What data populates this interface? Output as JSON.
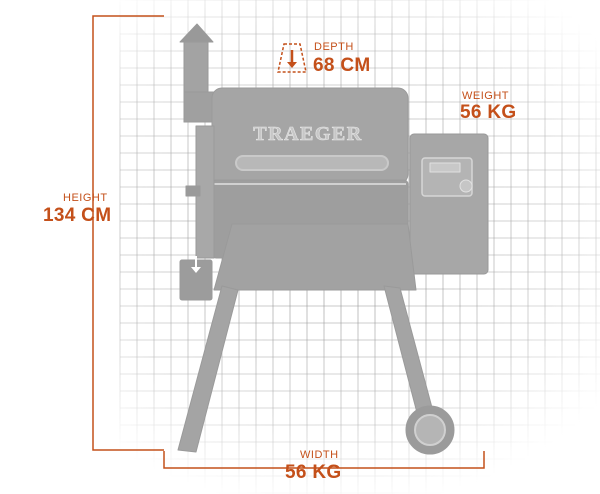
{
  "diagram": {
    "brand": "TRAEGER",
    "accent_color": "#c4501a",
    "body_color": "#9a9a9a",
    "grid_color": "#7a7a7a",
    "dimensions": {
      "depth": {
        "caption": "DEPTH",
        "value": "68 CM"
      },
      "weight": {
        "caption": "WEIGHT",
        "value": "56 KG"
      },
      "height": {
        "caption": "HEIGHT",
        "value": "134 CM"
      },
      "width": {
        "caption": "WIDTH",
        "value": "56 KG"
      }
    },
    "icons": [
      "depth-arrow-icon",
      "hopper-down-arrow-icon"
    ]
  }
}
